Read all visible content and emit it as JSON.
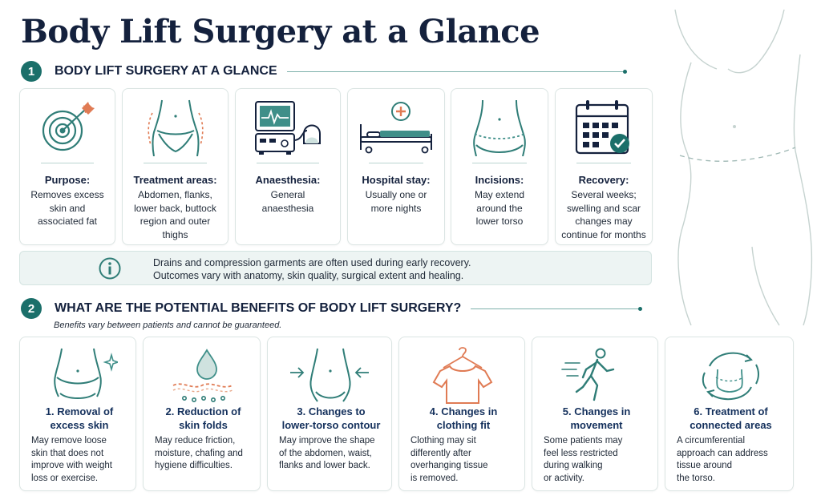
{
  "title": "Body Lift Surgery at a Glance",
  "colors": {
    "accent": "#1b6f6a",
    "navy": "#14213d",
    "icon_teal": "#2f7d77",
    "orange": "#e07b54",
    "panel": "#edf4f3"
  },
  "section1": {
    "number": "1",
    "heading": "BODY LIFT SURGERY AT A GLANCE",
    "cards": [
      {
        "icon": "target-icon",
        "label": "Purpose:",
        "desc_lines": [
          "Removes excess",
          "skin and",
          "associated fat"
        ]
      },
      {
        "icon": "torso-dotted-icon",
        "label": "Treatment areas:",
        "desc_lines": [
          "Abdomen, flanks,",
          "lower back, buttock",
          "region and outer",
          "thighs"
        ]
      },
      {
        "icon": "anaesthesia-machine-icon",
        "label": "Anaesthesia:",
        "desc_lines": [
          "General",
          "anaesthesia"
        ]
      },
      {
        "icon": "hospital-bed-icon",
        "label": "Hospital stay:",
        "desc_lines": [
          "Usually one or",
          "more nights"
        ]
      },
      {
        "icon": "incision-torso-icon",
        "label": "Incisions:",
        "desc_lines": [
          "May extend",
          "around the",
          "lower torso"
        ]
      },
      {
        "icon": "calendar-check-icon",
        "label": "Recovery:",
        "desc_lines": [
          "Several weeks;",
          "swelling and scar",
          "changes may",
          "continue for months"
        ]
      }
    ],
    "info_lines": [
      "Drains and compression garments are often used during early recovery.",
      "Outcomes vary with anatomy, skin quality, surgical extent and healing."
    ]
  },
  "section2": {
    "number": "2",
    "heading": "WHAT ARE THE POTENTIAL BENEFITS OF BODY LIFT SURGERY?",
    "note": "Benefits vary between patients and cannot be guaranteed.",
    "cards": [
      {
        "icon": "torso-sparkle-icon",
        "title_lines": [
          "1. Removal of",
          "excess skin"
        ],
        "desc_lines": [
          "May remove loose",
          "skin that does not",
          "improve with weight",
          "loss or exercise."
        ]
      },
      {
        "icon": "skin-droplet-icon",
        "title_lines": [
          "2. Reduction of",
          "skin folds"
        ],
        "desc_lines": [
          "May reduce friction,",
          "moisture, chafing and",
          "hygiene difficulties."
        ]
      },
      {
        "icon": "torso-arrows-icon",
        "title_lines": [
          "3. Changes to",
          "lower-torso contour"
        ],
        "desc_lines": [
          "May improve the shape",
          "of the abdomen, waist,",
          "flanks and lower back."
        ]
      },
      {
        "icon": "tshirt-hanger-icon",
        "title_lines": [
          "4. Changes in",
          "clothing fit"
        ],
        "desc_lines": [
          "Clothing may sit",
          "differently after",
          "overhanging tissue",
          "is removed."
        ]
      },
      {
        "icon": "walking-person-icon",
        "title_lines": [
          "5. Changes in",
          "movement"
        ],
        "desc_lines": [
          "Some patients may",
          "feel less restricted",
          "during walking",
          "or activity."
        ]
      },
      {
        "icon": "circular-arrows-torso-icon",
        "title_lines": [
          "6. Treatment of",
          "connected areas"
        ],
        "desc_lines": [
          "A circumferential",
          "approach can address",
          "tissue around",
          "the torso."
        ]
      }
    ]
  }
}
